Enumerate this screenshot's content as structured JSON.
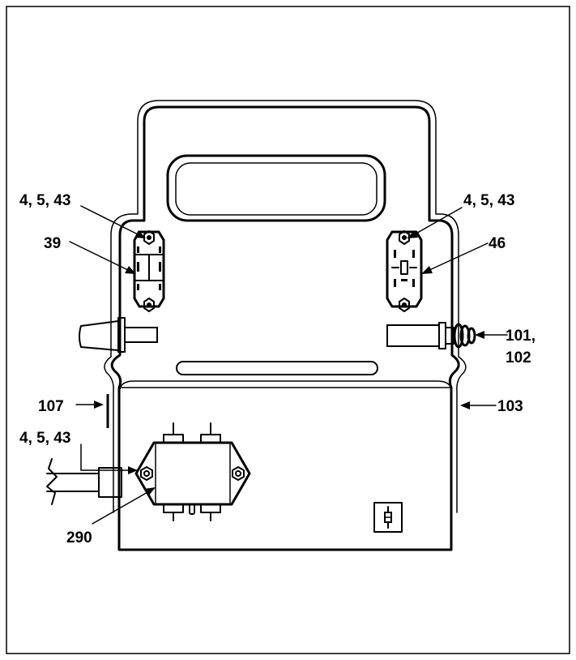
{
  "callouts": {
    "label_left_nut": "4, 5, 43",
    "label_right_nut": "4, 5, 43",
    "label_39": "39",
    "label_46": "46",
    "label_101_line1": "101,",
    "label_101_line2": "102",
    "label_107": "107",
    "label_103": "103",
    "label_filter_nut": "4, 5, 43",
    "label_290": "290"
  },
  "colors": {
    "line": "#000000",
    "background": "#ffffff"
  }
}
